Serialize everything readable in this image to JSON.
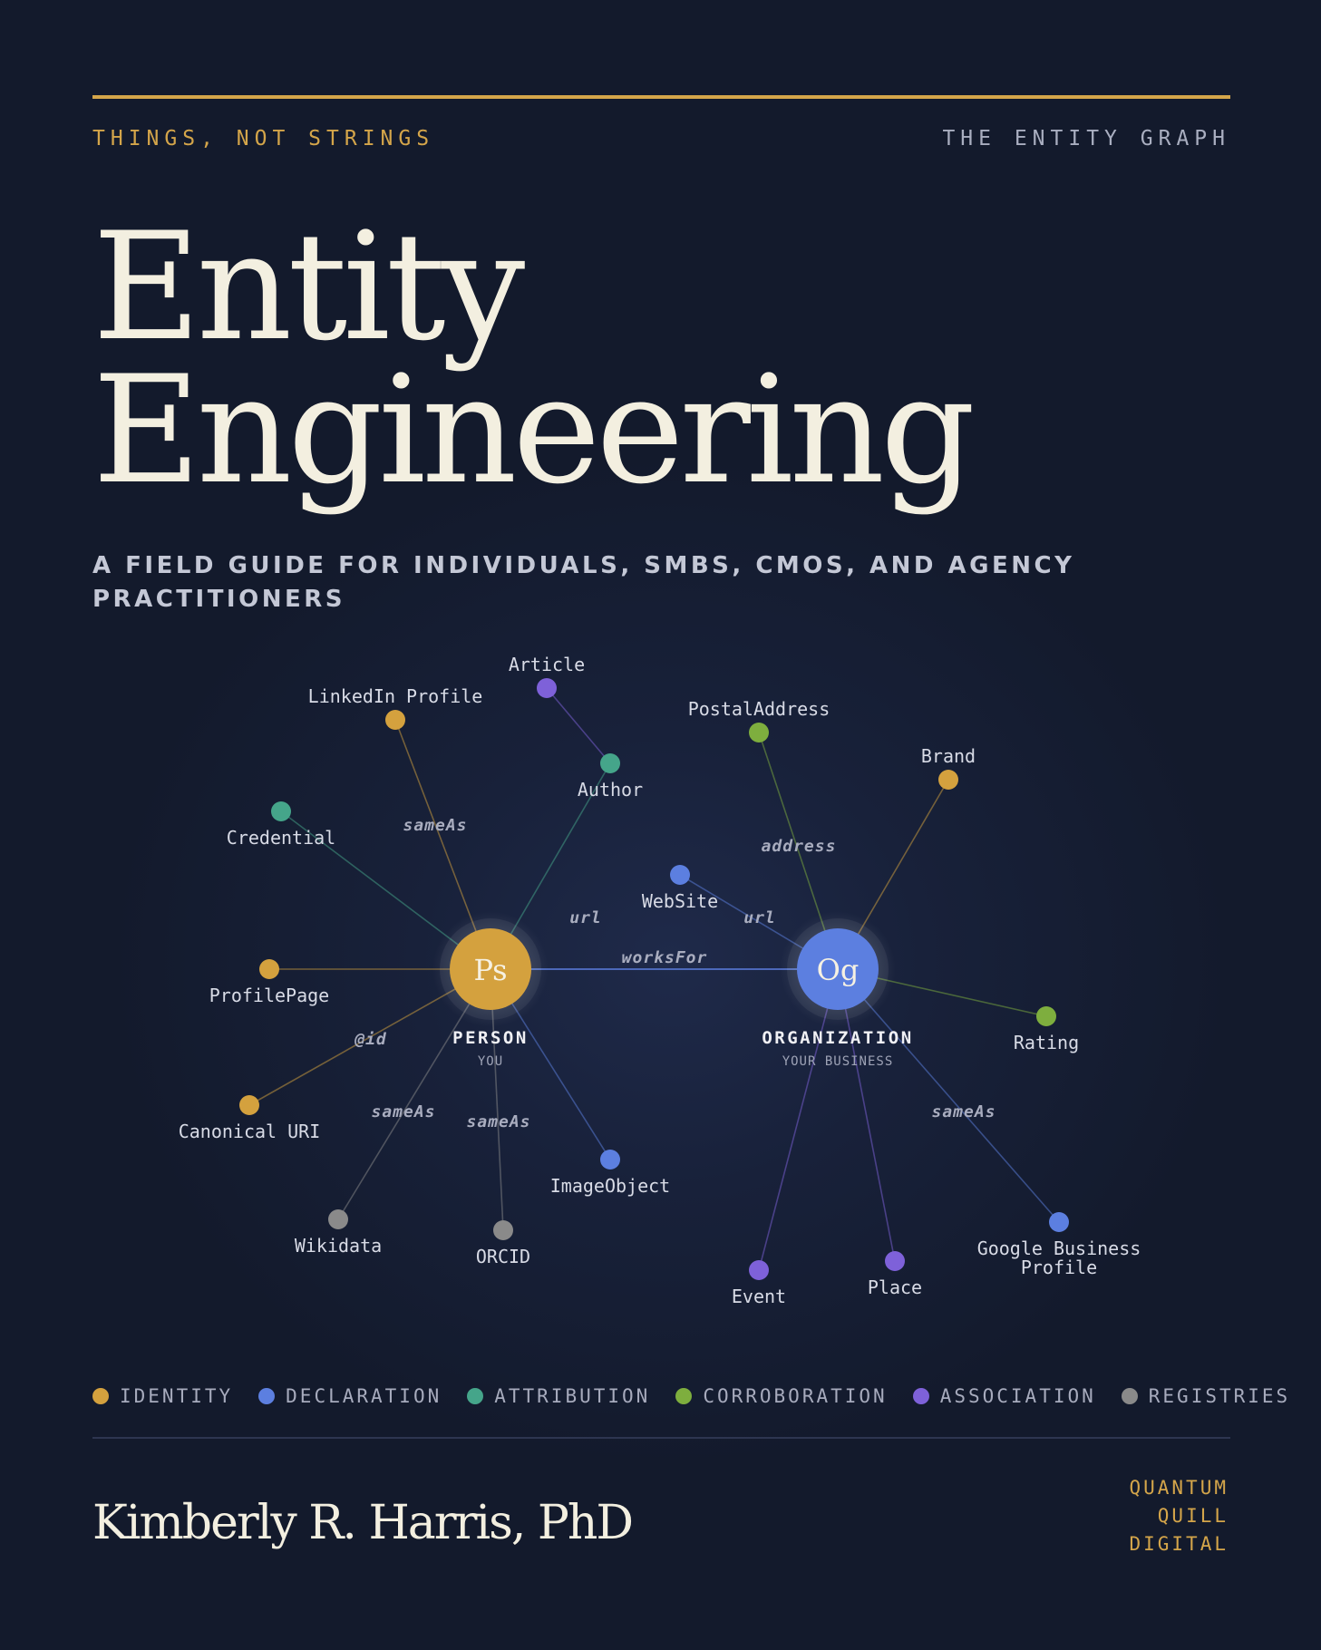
{
  "kicker_left": "THINGS, NOT STRINGS",
  "kicker_right": "THE ENTITY GRAPH",
  "title": {
    "line1": "Entity",
    "line2": "Engineering"
  },
  "subtitle": "A FIELD GUIDE FOR INDIVIDUALS, SMBS, CMOS, AND AGENCY PRACTITIONERS",
  "colors": {
    "identity": "#d4a13e",
    "declaration": "#5c7fe0",
    "attribution": "#45a58a",
    "corroboration": "#7eae3e",
    "association": "#7e61d9",
    "registries": "#8a8a8a",
    "accent": "#d4a54a"
  },
  "hubs": {
    "person": {
      "monogram": "Ps",
      "label": "PERSON",
      "sublabel": "YOU",
      "category": "identity"
    },
    "organization": {
      "monogram": "Og",
      "label": "ORGANIZATION",
      "sublabel": "YOUR BUSINESS",
      "category": "declaration"
    }
  },
  "nodes": [
    {
      "label": "Article",
      "category": "association"
    },
    {
      "label": "LinkedIn Profile",
      "category": "identity"
    },
    {
      "label": "PostalAddress",
      "category": "corroboration"
    },
    {
      "label": "Author",
      "category": "attribution"
    },
    {
      "label": "Brand",
      "category": "identity"
    },
    {
      "label": "Credential",
      "category": "attribution"
    },
    {
      "label": "WebSite",
      "category": "declaration"
    },
    {
      "label": "ProfilePage",
      "category": "identity"
    },
    {
      "label": "Rating",
      "category": "corroboration"
    },
    {
      "label": "Canonical URI",
      "category": "identity"
    },
    {
      "label": "ImageObject",
      "category": "declaration"
    },
    {
      "label": "Wikidata",
      "category": "registries"
    },
    {
      "label": "ORCID",
      "category": "registries"
    },
    {
      "label": "Google Business Profile",
      "category": "declaration"
    },
    {
      "label": "Event",
      "category": "association"
    },
    {
      "label": "Place",
      "category": "association"
    }
  ],
  "edge_labels": [
    "sameAs",
    "address",
    "url",
    "url",
    "worksFor",
    "@id",
    "sameAs",
    "sameAs",
    "sameAs"
  ],
  "legend": [
    {
      "label": "IDENTITY",
      "color": "#d4a13e"
    },
    {
      "label": "DECLARATION",
      "color": "#5c7fe0"
    },
    {
      "label": "ATTRIBUTION",
      "color": "#45a58a"
    },
    {
      "label": "CORROBORATION",
      "color": "#7eae3e"
    },
    {
      "label": "ASSOCIATION",
      "color": "#7e61d9"
    },
    {
      "label": "REGISTRIES",
      "color": "#8a8a8a"
    }
  ],
  "author": "Kimberly R. Harris, PhD",
  "publisher": [
    "QUANTUM",
    "QUILL",
    "DIGITAL"
  ]
}
